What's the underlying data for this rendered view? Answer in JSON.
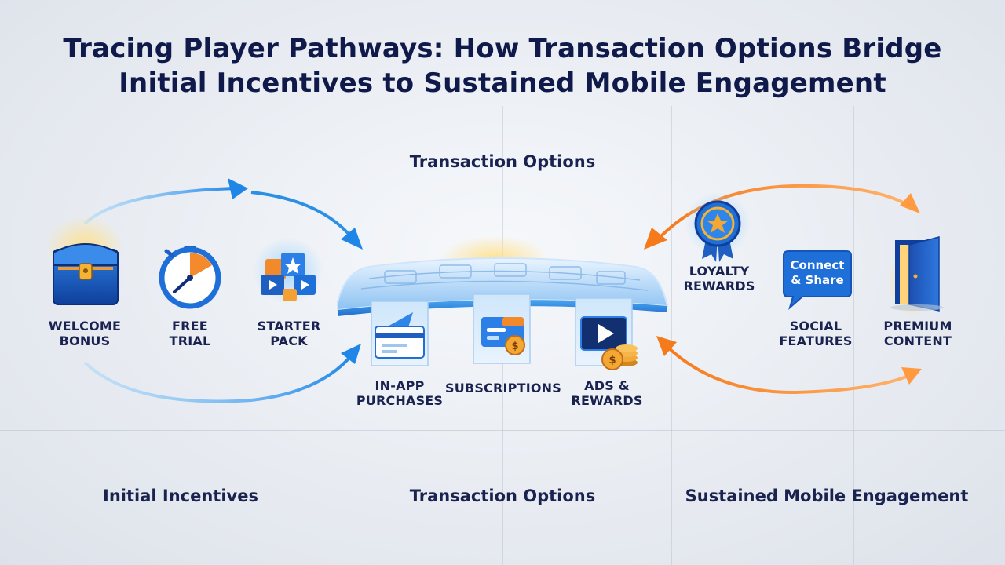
{
  "title": {
    "line1": "Tracing Player Pathways: How Transaction Options Bridge",
    "line2": "Initial Incentives to Sustained Mobile Engagement"
  },
  "center_heading": "Transaction Options",
  "initial": {
    "items": [
      {
        "line1": "WELCOME",
        "line2": "BONUS",
        "icon": "treasure-chest-icon"
      },
      {
        "line1": "FREE",
        "line2": "TRIAL",
        "icon": "stopwatch-icon"
      },
      {
        "line1": "STARTER",
        "line2": "PACK",
        "icon": "starter-pack-icon"
      }
    ]
  },
  "transaction": {
    "items": [
      {
        "line1": "IN-APP",
        "line2": "PURCHASES",
        "icon": "credit-card-icon"
      },
      {
        "line1": "SUBSCRIPTIONS",
        "line2": "",
        "icon": "subscription-card-icon"
      },
      {
        "line1": "ADS &",
        "line2": "REWARDS",
        "icon": "video-play-icon"
      }
    ]
  },
  "engagement": {
    "items": [
      {
        "line1": "LOYALTY",
        "line2": "REWARDS",
        "icon": "loyalty-badge-icon"
      },
      {
        "line1": "SOCIAL",
        "line2": "FEATURES",
        "icon": "chat-bubble-icon"
      },
      {
        "line1": "PREMIUM",
        "line2": "CONTENT",
        "icon": "open-door-icon"
      }
    ],
    "bubble_line1": "Connect",
    "bubble_line2": "& Share"
  },
  "sections": {
    "left": "Initial Incentives",
    "middle": "Transaction Options",
    "right": "Sustained Mobile Engagement"
  },
  "colors": {
    "blue_flow": "#2b8fe6",
    "orange_flow": "#f58a2c",
    "navy_text": "#0f1a4a"
  }
}
